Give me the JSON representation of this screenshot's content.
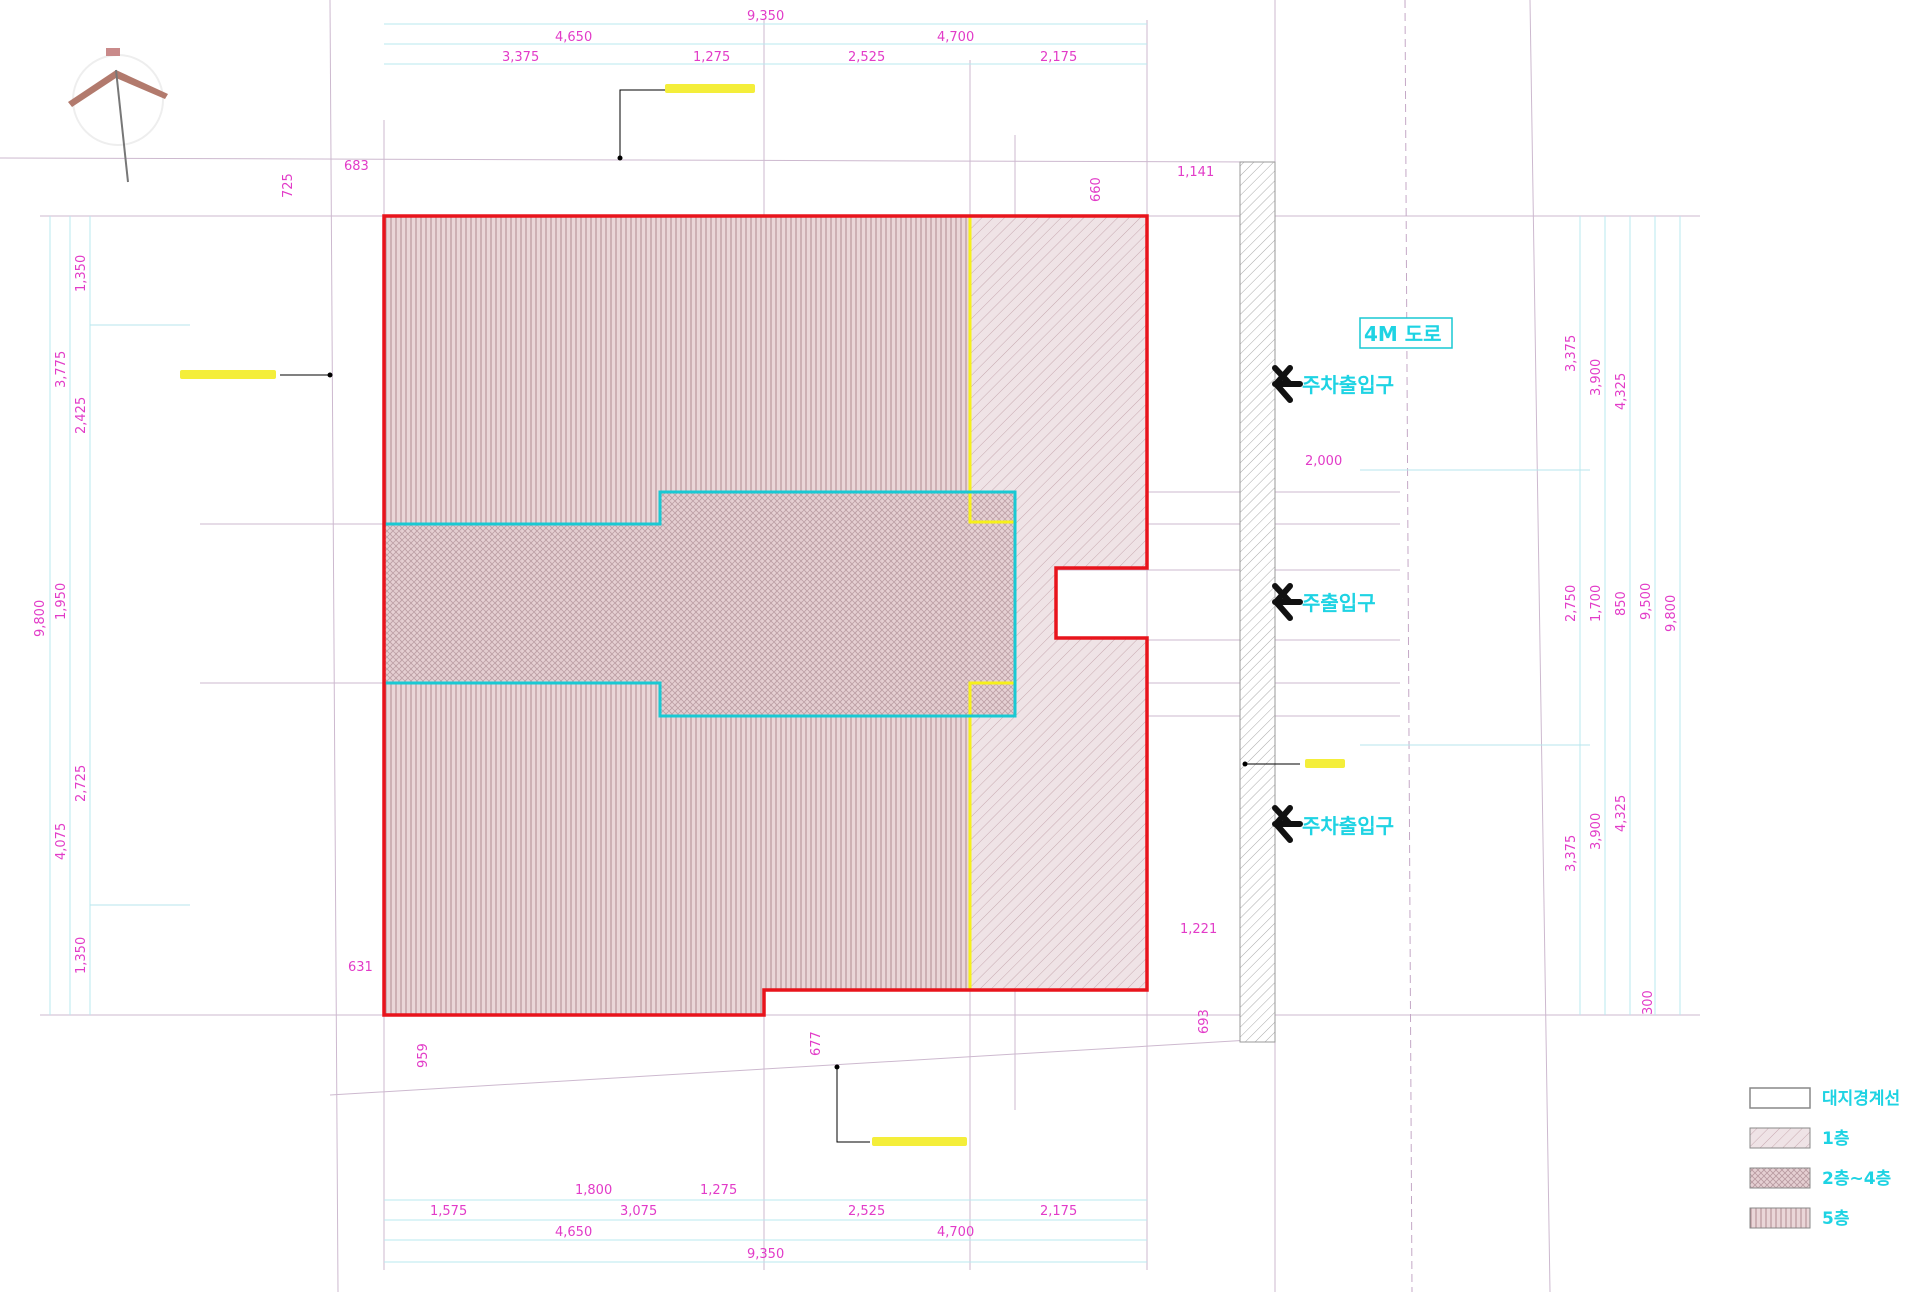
{
  "title": "",
  "road_label": "4M 도로",
  "entrances": {
    "parking_top": "주차출입구",
    "main": "주출입구",
    "parking_bottom": "주차출입구"
  },
  "dims_top": {
    "total": "9,350",
    "row2": [
      "4,650",
      "4,700"
    ],
    "row3": [
      "3,375",
      "1,275",
      "2,525",
      "2,175"
    ]
  },
  "dims_bottom": {
    "row1": [
      "1,800",
      "1,275"
    ],
    "row2": [
      "1,575",
      "3,075",
      "2,525",
      "2,175"
    ],
    "row3": [
      "4,650",
      "4,700"
    ],
    "total": "9,350"
  },
  "dims_left": {
    "col_a": [
      "1,350",
      "2,425",
      "1,950",
      "2,725",
      "1,350"
    ],
    "col_b": [
      "3,775",
      "4,075"
    ],
    "total": "9,800"
  },
  "dims_right": {
    "col_a": [
      "3,375",
      "2,750",
      "3,375"
    ],
    "col_b": [
      "3,900",
      "1,700",
      "3,900"
    ],
    "col_c": [
      "4,325",
      "850",
      "4,325"
    ],
    "col_d": [
      "9,500"
    ],
    "col_e": [
      "9,800"
    ],
    "bottom": "300"
  },
  "dims_misc": {
    "d683": "683",
    "d725": "725",
    "d660": "660",
    "d1141": "1,141",
    "d2000": "2,000",
    "d1221": "1,221",
    "d631": "631",
    "d959": "959",
    "d677": "677",
    "d693": "693"
  },
  "legend": [
    {
      "label": "대지경계선",
      "pattern": "boundary"
    },
    {
      "label": "1층",
      "pattern": "diagonal"
    },
    {
      "label": "2층~4층",
      "pattern": "cross"
    },
    {
      "label": "5층",
      "pattern": "vertical"
    }
  ],
  "colors": {
    "outline": "#e8141c",
    "floor5": "#fbff1a",
    "core": "#19c9d3",
    "dim": "#e23bc8",
    "label": "#1ed3e3",
    "grid": "#c9b3c9"
  },
  "icons": {
    "north": "north-arrow-icon",
    "arrow": "arrow-left-icon"
  }
}
